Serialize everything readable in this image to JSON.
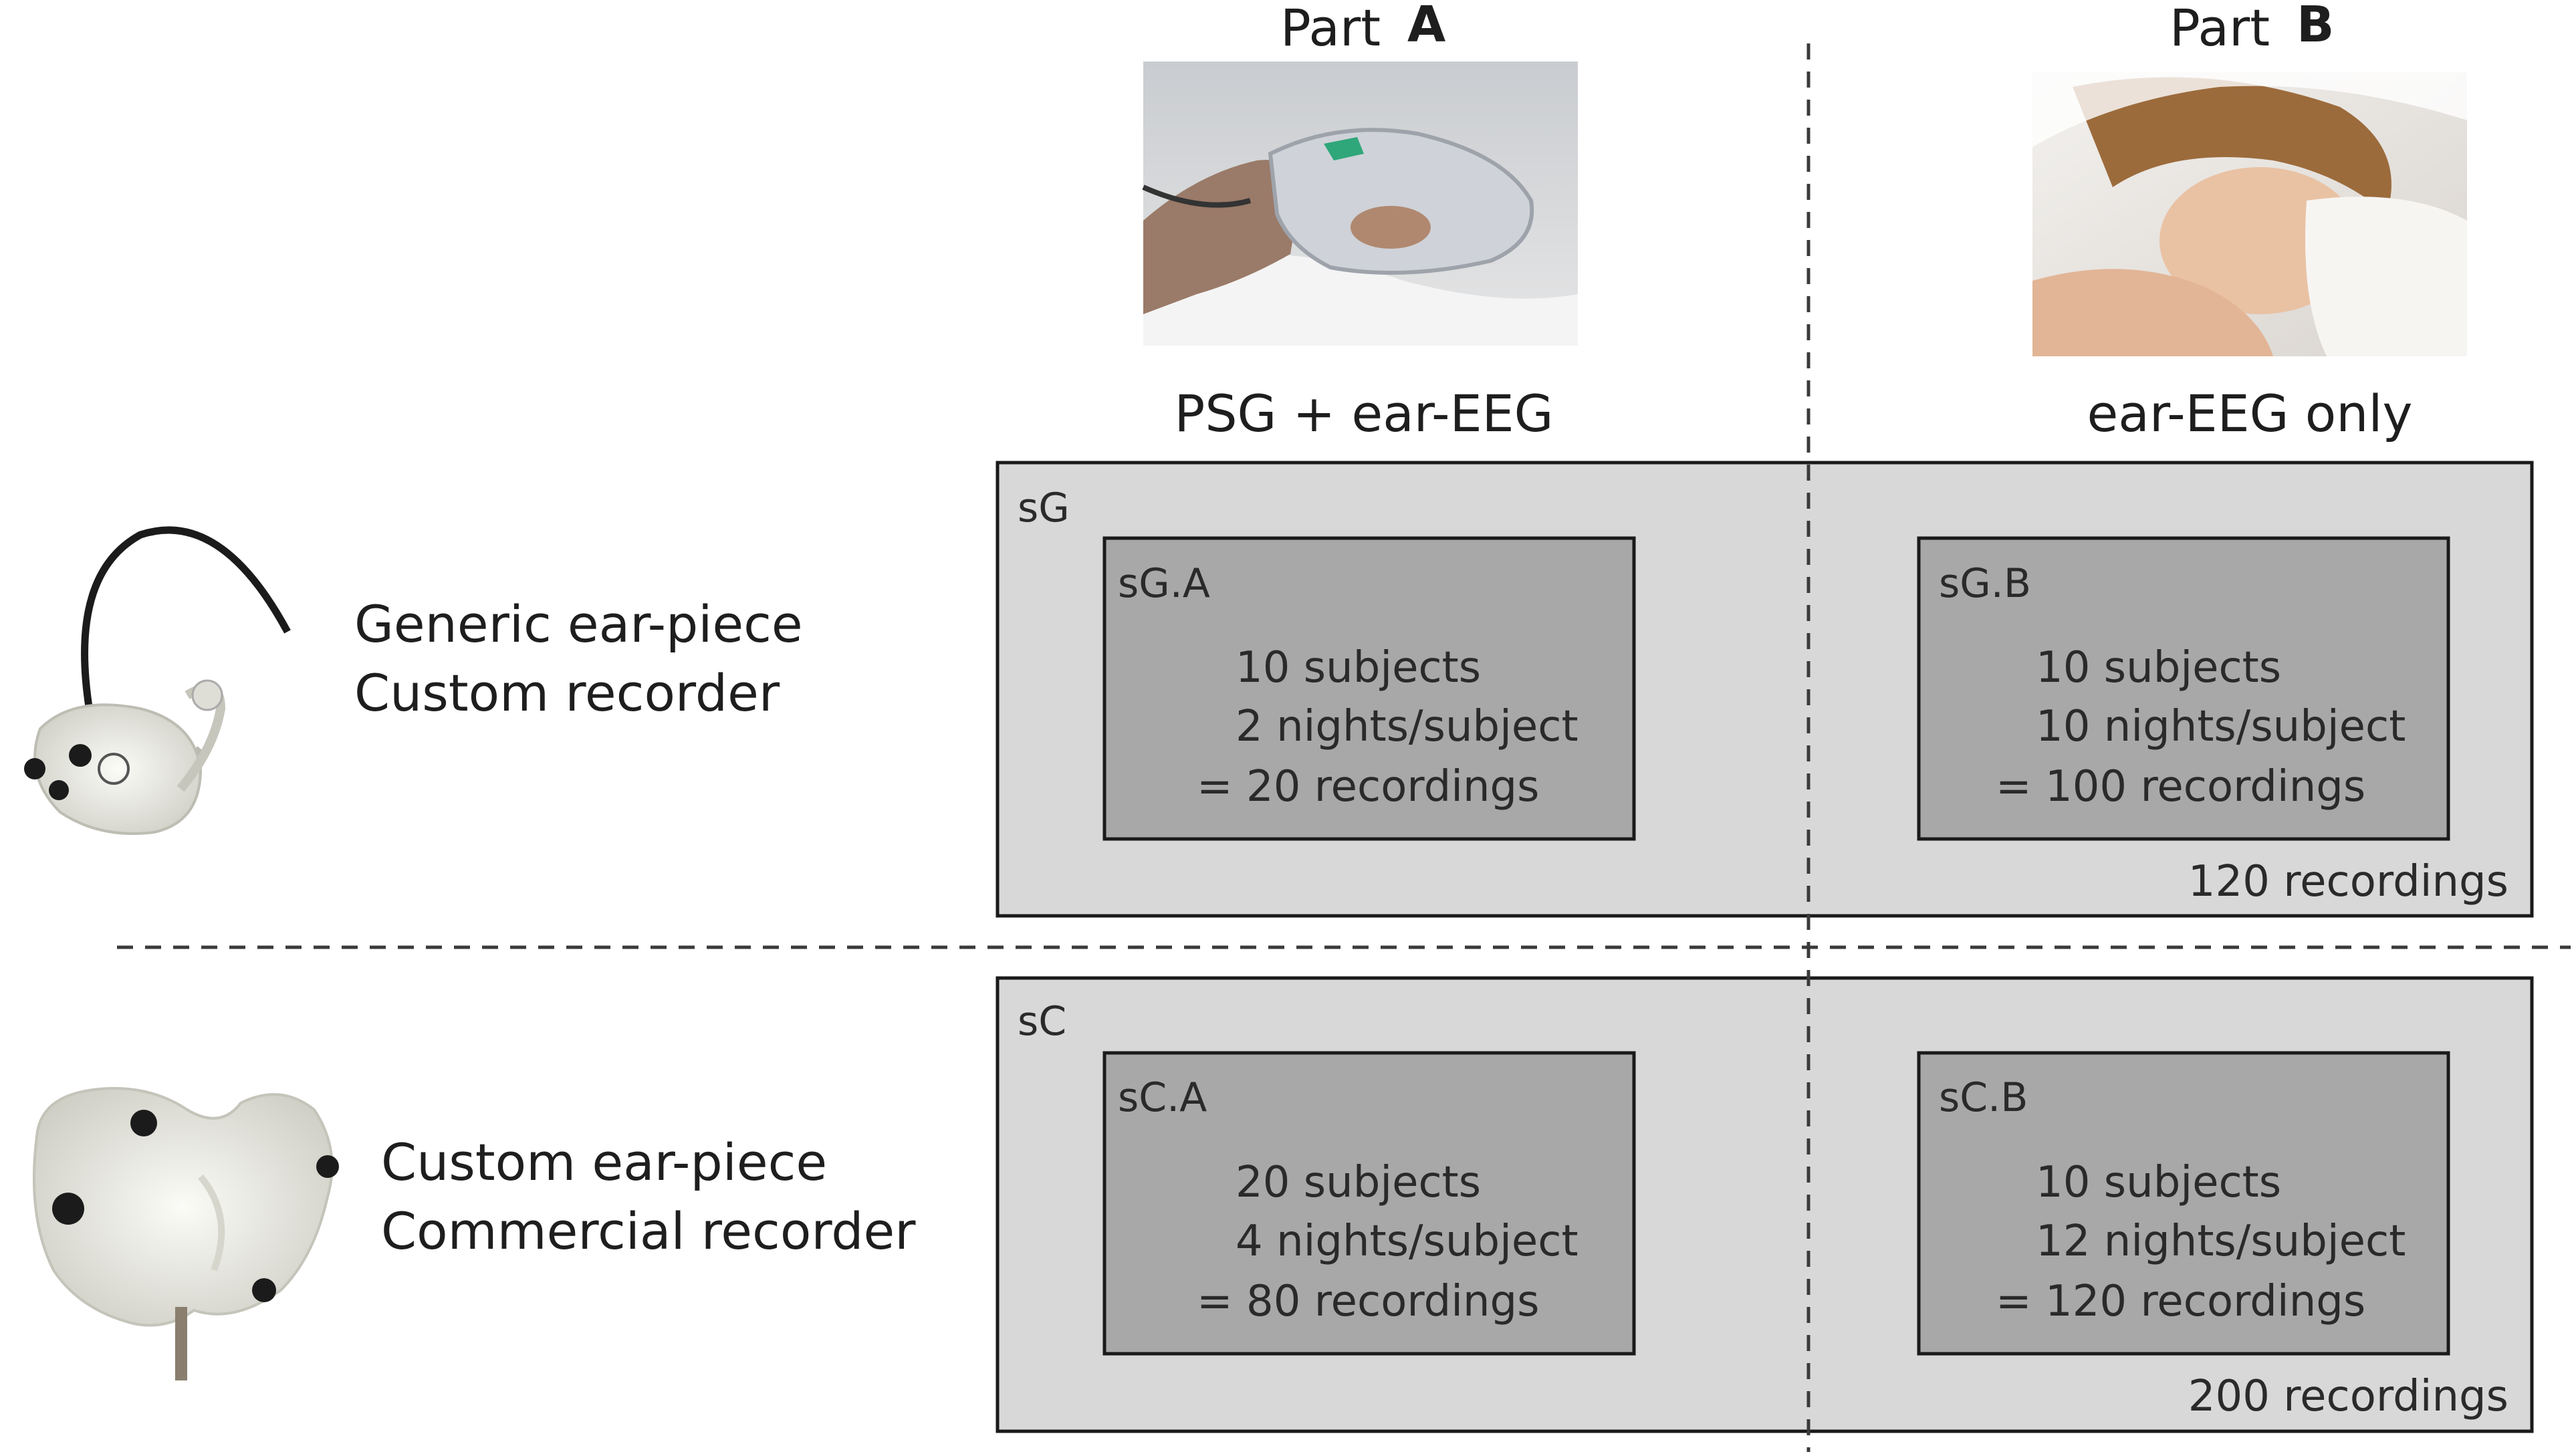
{
  "header": {
    "part_a": {
      "prefix": "Part",
      "letter": "A",
      "caption": "PSG + ear-EEG"
    },
    "part_b": {
      "prefix": "Part",
      "letter": "B",
      "caption": "ear-EEG only"
    }
  },
  "rows": [
    {
      "device_line1": "Generic ear-piece",
      "device_line2": "Custom recorder",
      "group_label": "sG",
      "total": "120 recordings",
      "cells": [
        {
          "label": "sG.A",
          "line1": "10 subjects",
          "line2": "2 nights/subject",
          "line3": "= 20 recordings"
        },
        {
          "label": "sG.B",
          "line1": "10 subjects",
          "line2": "10 nights/subject",
          "line3": "= 100 recordings"
        }
      ]
    },
    {
      "device_line1": "Custom ear-piece",
      "device_line2": "Commercial recorder",
      "group_label": "sC",
      "total": "200 recordings",
      "cells": [
        {
          "label": "sC.A",
          "line1": "20 subjects",
          "line2": "4 nights/subject",
          "line3": "= 80 recordings"
        },
        {
          "label": "sC.B",
          "line1": "10 subjects",
          "line2": "12 nights/subject",
          "line3": "= 120 recordings"
        }
      ]
    }
  ],
  "colors": {
    "outer_box": "#d8d8d8",
    "inner_box": "#a8a8a8",
    "border": "#1a1a1a",
    "divider": "#3a3a3a"
  }
}
